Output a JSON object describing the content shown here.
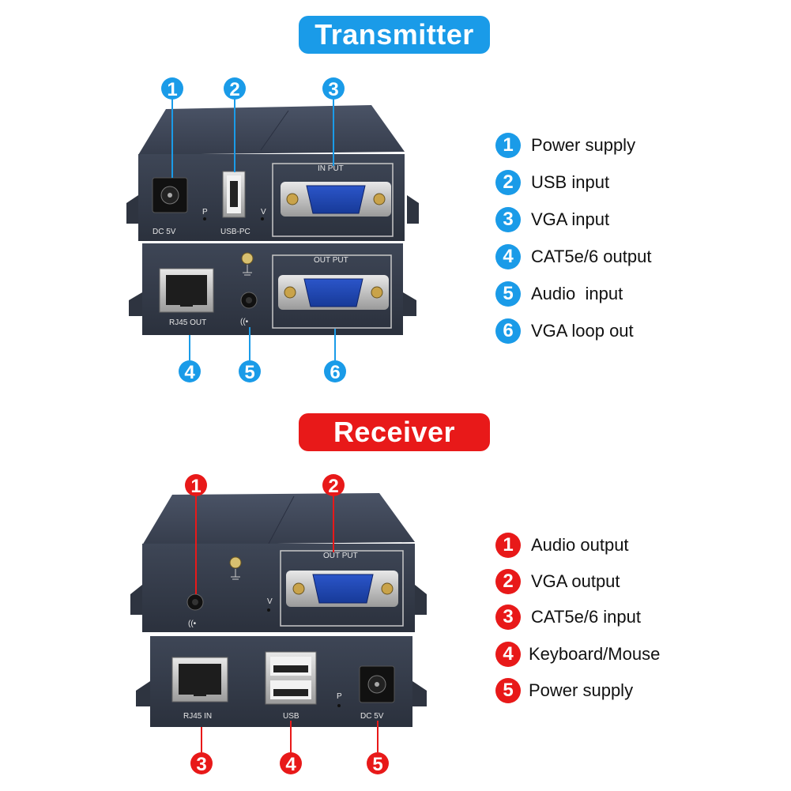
{
  "transmitter": {
    "title": "Transmitter",
    "accent": "#1a9be8",
    "legend": [
      {
        "num": "1",
        "label": "Power supply"
      },
      {
        "num": "2",
        "label": "USB input"
      },
      {
        "num": "3",
        "label": "VGA input"
      },
      {
        "num": "4",
        "label": "CAT5e/6 output"
      },
      {
        "num": "5",
        "label": "Audio  input"
      },
      {
        "num": "6",
        "label": "VGA loop out"
      }
    ],
    "device_labels": {
      "dc": "DC 5V",
      "p": "P",
      "usb": "USB-PC",
      "v": "V",
      "in_put": "IN PUT",
      "out_put": "OUT PUT",
      "rj45": "RJ45  OUT",
      "audio_icon": "((•"
    },
    "callouts": [
      "1",
      "2",
      "3",
      "4",
      "5",
      "6"
    ]
  },
  "receiver": {
    "title": "Receiver",
    "accent": "#e81919",
    "legend": [
      {
        "num": "1",
        "label": "Audio output"
      },
      {
        "num": "2",
        "label": "VGA output"
      },
      {
        "num": "3",
        "label": "CAT5e/6 input"
      },
      {
        "num": "4",
        "label": "Keyboard/Mouse"
      },
      {
        "num": "5",
        "label": "Power supply"
      }
    ],
    "device_labels": {
      "out_put": "OUT PUT",
      "v": "V",
      "p": "P",
      "rj45": "RJ45  IN",
      "usb": "USB",
      "dc": "DC 5V",
      "audio_icon": "((•"
    },
    "callouts": [
      "1",
      "2",
      "3",
      "4",
      "5"
    ]
  }
}
